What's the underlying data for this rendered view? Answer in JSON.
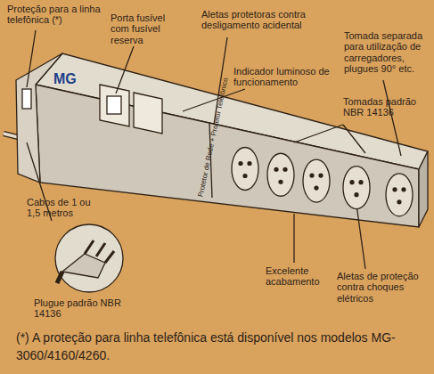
{
  "diagram": {
    "caption": "(*) A proteção para linha telefônica está disponível nos modelos MG-3060/4160/4260.",
    "labels": [
      "Proteção para a linha telefônica (*)",
      "Porta fusível com fusível reserva",
      "Aletas protetoras contra desligamento acidental",
      "Tomada separada para utilização de carregadores, plugues 90° etc.",
      "Indicador luminoso de funcionamento",
      "Tomadas padrão NBR 14136",
      "Cabos de 1 ou 1,5 metros",
      "Plugue padrão NBR 14136",
      "Excelente acabamento",
      "Aletas de proteção contra choques elétricos",
      "MG",
      "Protetor de Rede + Protetor Telefônico"
    ]
  }
}
